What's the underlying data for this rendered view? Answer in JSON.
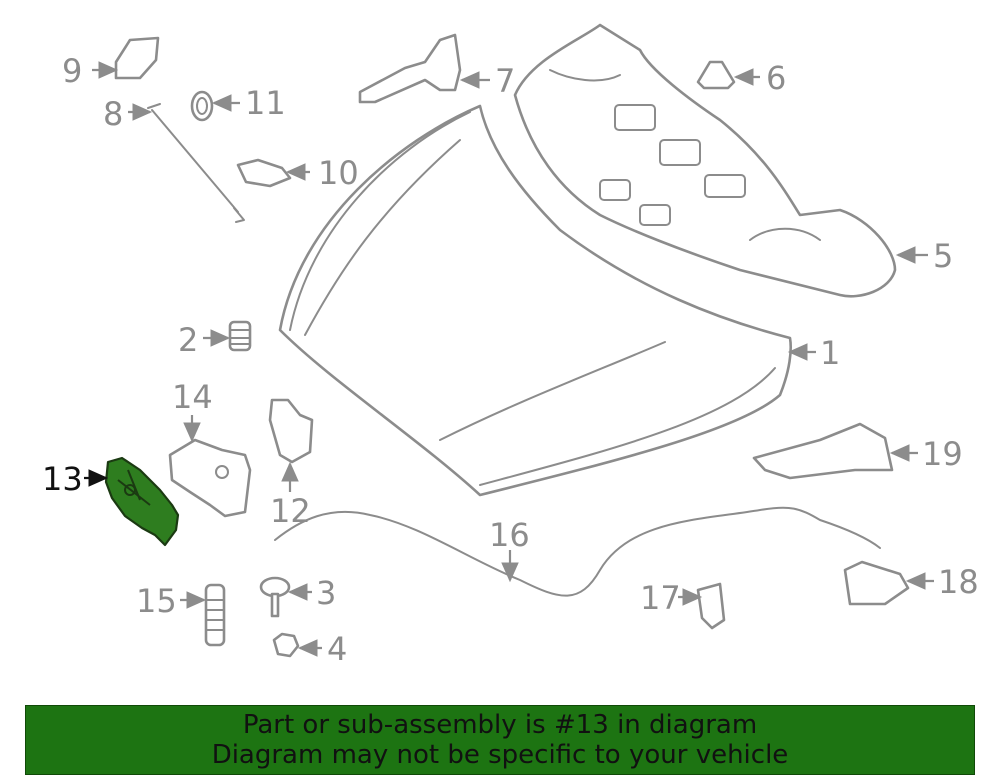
{
  "labels": {
    "p1": "1",
    "p2": "2",
    "p3": "3",
    "p4": "4",
    "p5": "5",
    "p6": "6",
    "p7": "7",
    "p8": "8",
    "p9": "9",
    "p10": "10",
    "p11": "11",
    "p12": "12",
    "p13": "13",
    "p14": "14",
    "p15": "15",
    "p16": "16",
    "p17": "17",
    "p18": "18",
    "p19": "19"
  },
  "selected_part": "13",
  "banner": {
    "line1": "Part or sub-assembly is #13 in diagram",
    "line2": "Diagram may not be specific to your vehicle"
  },
  "colors": {
    "highlight": "#2e7d1f",
    "banner": "#1d7412",
    "line": "#8c8c8c"
  }
}
